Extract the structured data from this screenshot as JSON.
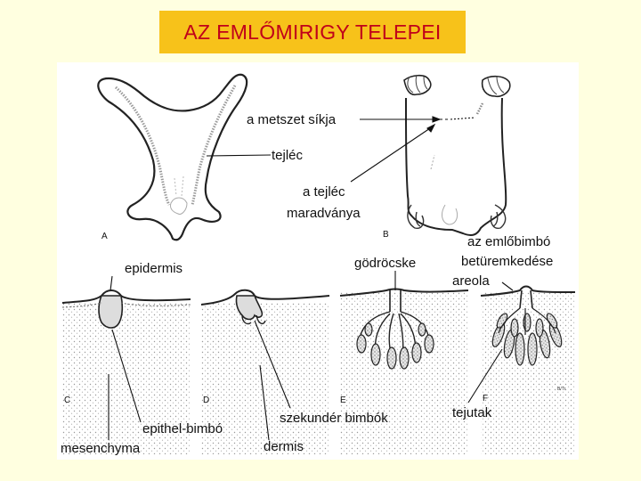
{
  "title": "AZ EMLŐMIRIGY TELEPEI",
  "colors": {
    "background": "#ffffe0",
    "title_bg": "#f7c21a",
    "title_text": "#c0001a"
  },
  "labels": {
    "metszet": "a metszet síkja",
    "tejlec": "tejléc",
    "maradvany_1": "a tejléc",
    "maradvany_2": "maradványa",
    "emlobimbo_1": "az emlőbimbó",
    "emlobimbo_2": "betüremkedése",
    "areola": "areola",
    "godrocske": "gödröcske",
    "epidermis": "epidermis",
    "epithel": "epithel-bimbó",
    "szekunder": "szekundér bimbók",
    "mesenchyma": "mesenchyma",
    "dermis": "dermis",
    "tejutak": "tejutak"
  },
  "panel_letters": [
    "A",
    "B",
    "C",
    "D",
    "E",
    "F"
  ],
  "credit": "B/Tr"
}
